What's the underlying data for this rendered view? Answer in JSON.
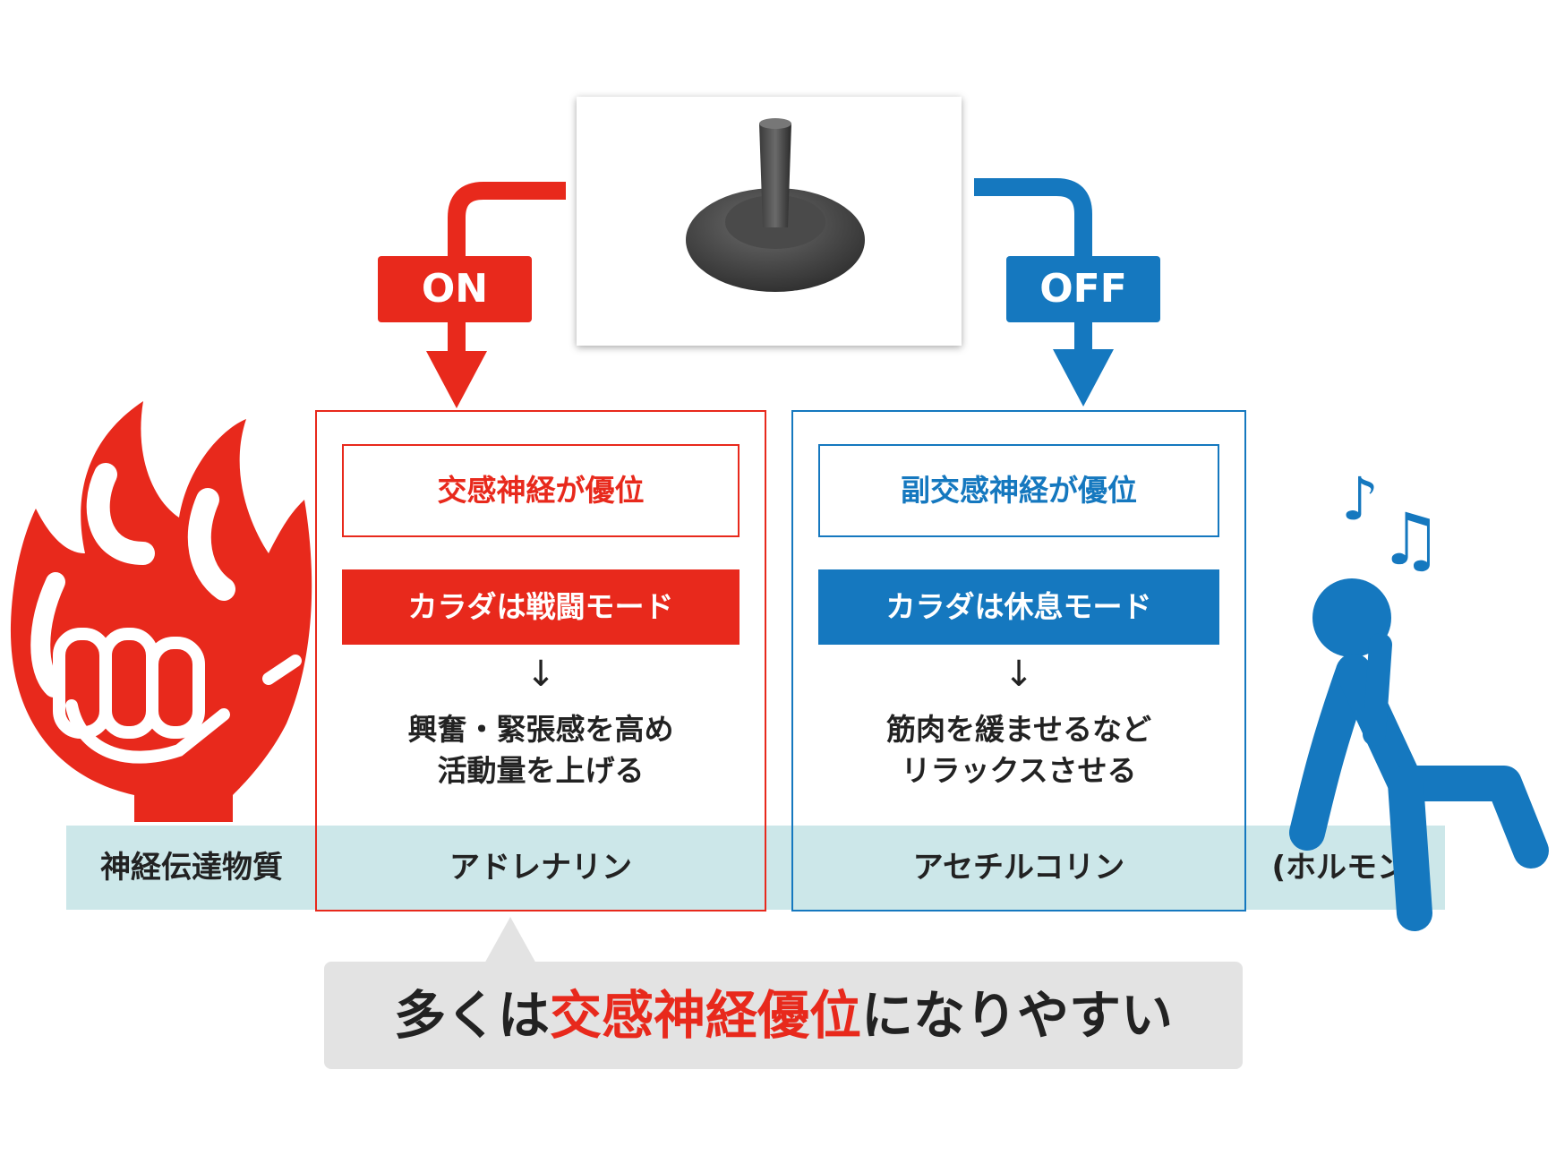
{
  "switch": {
    "on_label": "ON",
    "off_label": "OFF"
  },
  "left": {
    "title": "交感神経が優位",
    "mode": "カラダは戦闘モード",
    "arrow": "↓",
    "desc_line1": "興奮・緊張感を高め",
    "desc_line2": "活動量を上げる",
    "substance": "アドレナリン"
  },
  "right": {
    "title": "副交感神経が優位",
    "mode": "カラダは休息モード",
    "arrow": "↓",
    "desc_line1": "筋肉を緩ませるなど",
    "desc_line2": "リラックスさせる",
    "substance": "アセチルコリン"
  },
  "band": {
    "label": "神経伝達物質",
    "hormone": "(ホルモン)"
  },
  "callout": {
    "prefix": "多くは",
    "highlight": "交感神経優位",
    "suffix": "になりやすい"
  },
  "colors": {
    "red": "#e8291c",
    "blue": "#1578bf",
    "band": "#cce7e9",
    "callout_bg": "#e3e3e3"
  },
  "icons": {
    "left": "fire-fist-icon",
    "right": "relaxing-person-music-icon",
    "center": "joystick-image"
  }
}
